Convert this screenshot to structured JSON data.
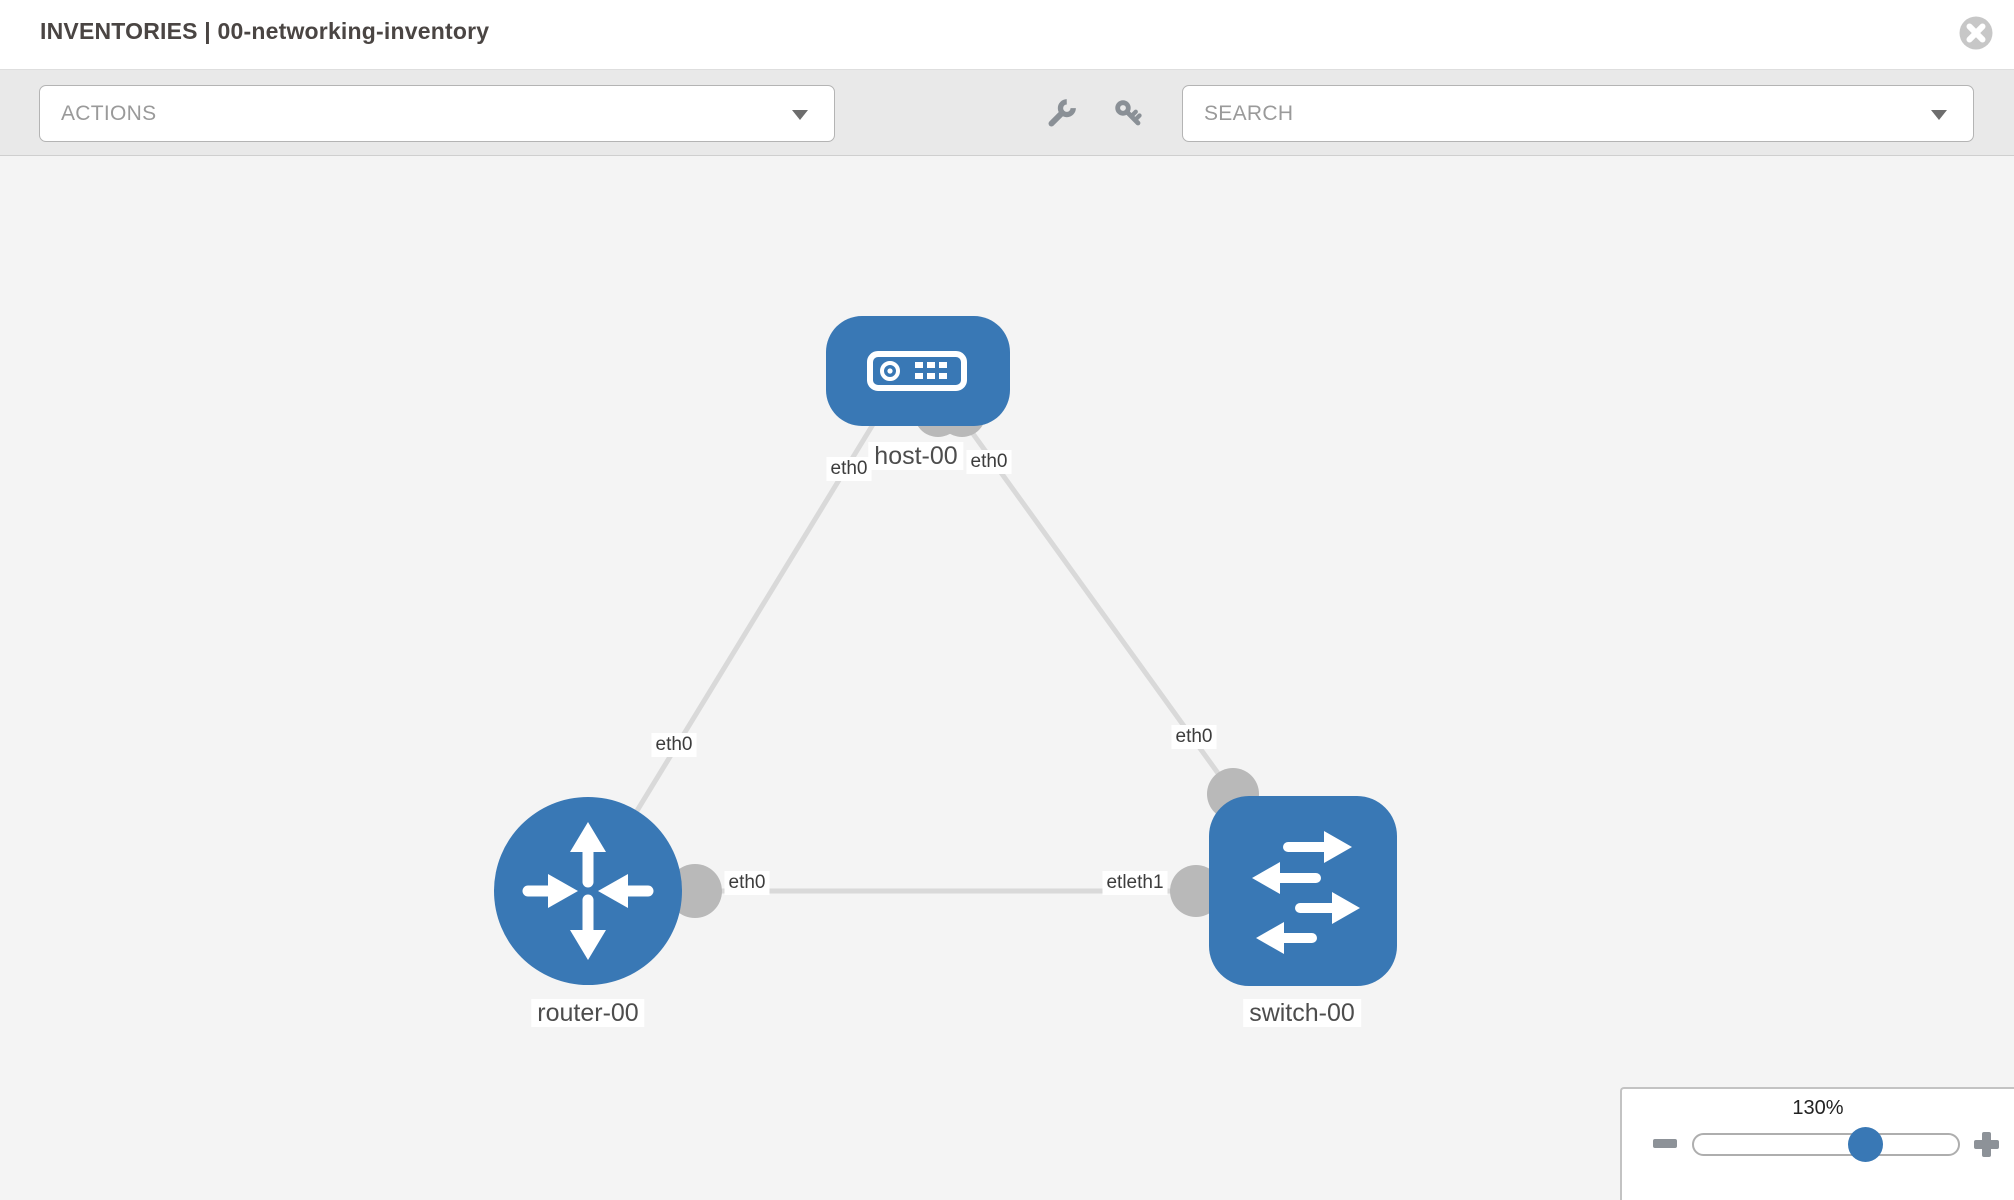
{
  "header": {
    "title": "INVENTORIES | 00-networking-inventory"
  },
  "toolbar": {
    "actions_label": "ACTIONS",
    "search_label": "SEARCH",
    "icons": [
      "wrench-icon",
      "key-icon"
    ]
  },
  "topology": {
    "nodes": [
      {
        "id": "host-00",
        "type": "host",
        "label": "host-00"
      },
      {
        "id": "router-00",
        "type": "router",
        "label": "router-00"
      },
      {
        "id": "switch-00",
        "type": "switch",
        "label": "switch-00"
      }
    ],
    "links": [
      {
        "from": "router-00",
        "to": "host-00",
        "from_label": "eth0",
        "to_label": "eth0"
      },
      {
        "from": "host-00",
        "to": "switch-00",
        "from_label": "eth0",
        "to_label": "eth0"
      },
      {
        "from": "router-00",
        "to": "switch-00",
        "from_label": "eth0",
        "to_label": "etleth1"
      }
    ]
  },
  "zoom_control": {
    "value": "130%",
    "percent": 130
  },
  "colors": {
    "node_blue": "#3978b5",
    "link_gray": "#d9d9d9",
    "connector_gray": "#b9b9b9",
    "toolbar_bg": "#e9e9e9",
    "canvas_bg": "#f4f4f4"
  }
}
